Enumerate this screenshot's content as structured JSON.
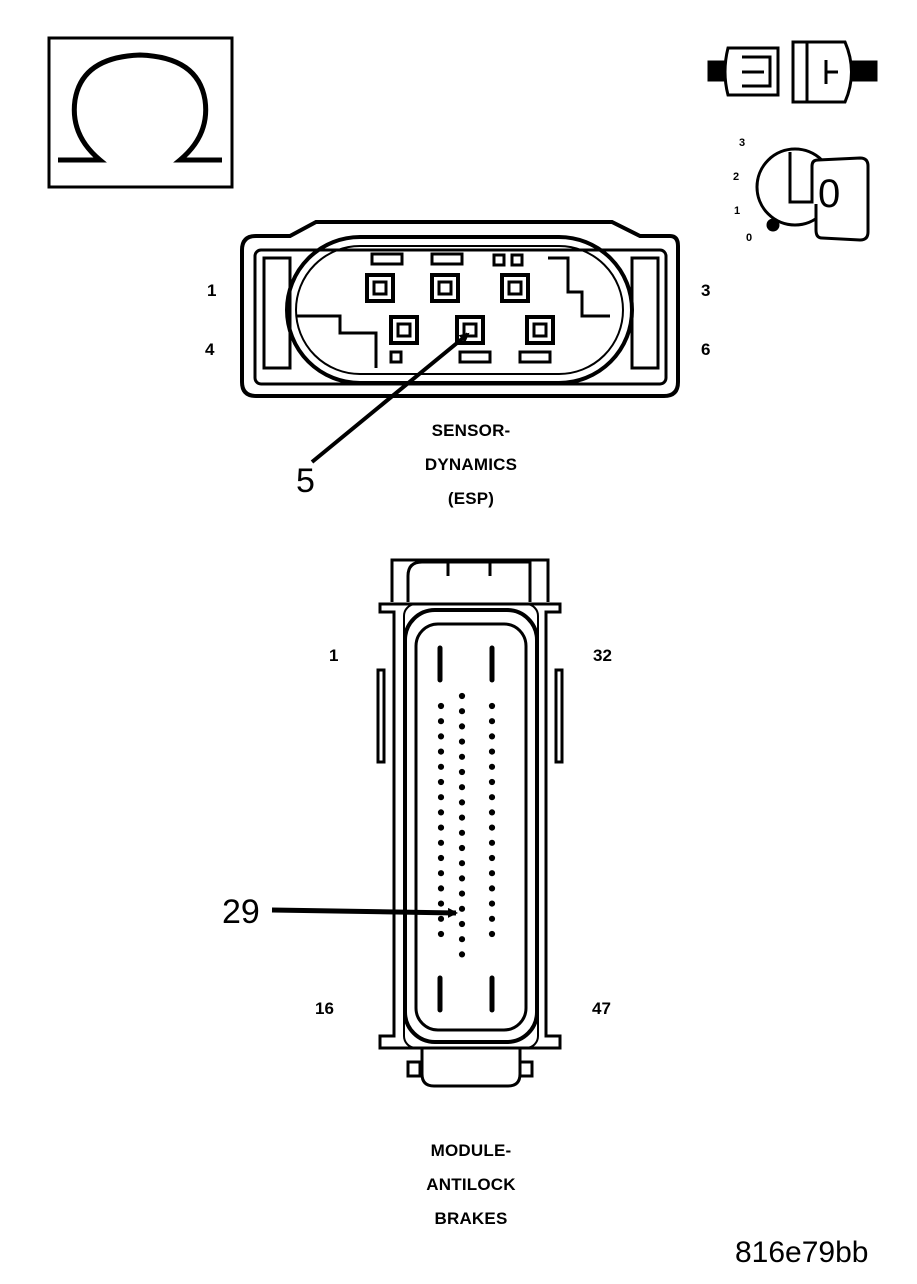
{
  "icons": {
    "ohm": "ohmmeter-symbol-icon",
    "disconnect": "disconnected-connector-icon",
    "ignition": "ignition-switch-off-icon"
  },
  "ignition": {
    "positions": [
      "3",
      "2",
      "1",
      "0"
    ],
    "key_label": "0"
  },
  "esp_connector": {
    "pins": {
      "top_left": "1",
      "top_right": "3",
      "bottom_left": "4",
      "bottom_right": "6"
    },
    "callout": "5",
    "caption": [
      "SENSOR-",
      "DYNAMICS",
      "(ESP)"
    ]
  },
  "abs_connector": {
    "pins": {
      "top_left": "1",
      "top_right": "32",
      "bottom_left": "16",
      "bottom_right": "47"
    },
    "callout": "29",
    "caption": [
      "MODULE-",
      "ANTILOCK",
      "BRAKES"
    ]
  },
  "figure_id": "816e79bb"
}
